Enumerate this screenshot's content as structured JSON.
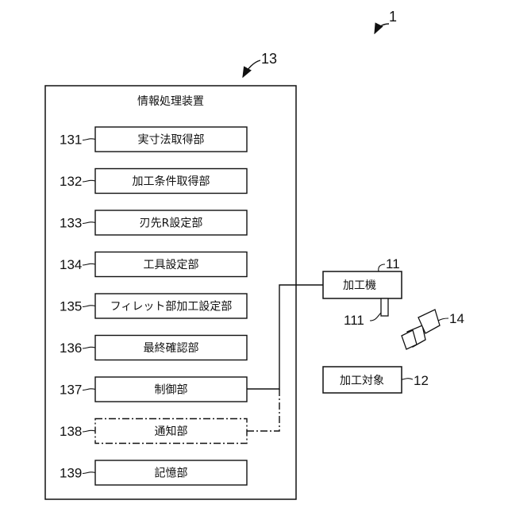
{
  "figure": {
    "system_ref": "1",
    "device": {
      "ref": "13",
      "title": "情報処理装置",
      "units": [
        {
          "ref": "131",
          "label": "実寸法取得部"
        },
        {
          "ref": "132",
          "label": "加工条件取得部"
        },
        {
          "ref": "133",
          "label": "刃先R設定部"
        },
        {
          "ref": "134",
          "label": "工具設定部"
        },
        {
          "ref": "135",
          "label": "フィレット部加工設定部"
        },
        {
          "ref": "136",
          "label": "最終確認部"
        },
        {
          "ref": "137",
          "label": "制御部"
        },
        {
          "ref": "138",
          "label": "通知部",
          "style": "dash-dot"
        },
        {
          "ref": "139",
          "label": "記憶部"
        }
      ]
    },
    "machine": {
      "ref": "11",
      "label": "加工機",
      "tool_ref": "111"
    },
    "workpiece": {
      "ref": "12",
      "label": "加工対象"
    },
    "camera": {
      "ref": "14",
      "icon": "camera-icon"
    },
    "colors": {
      "ink": "#111111",
      "background": "#ffffff"
    }
  }
}
